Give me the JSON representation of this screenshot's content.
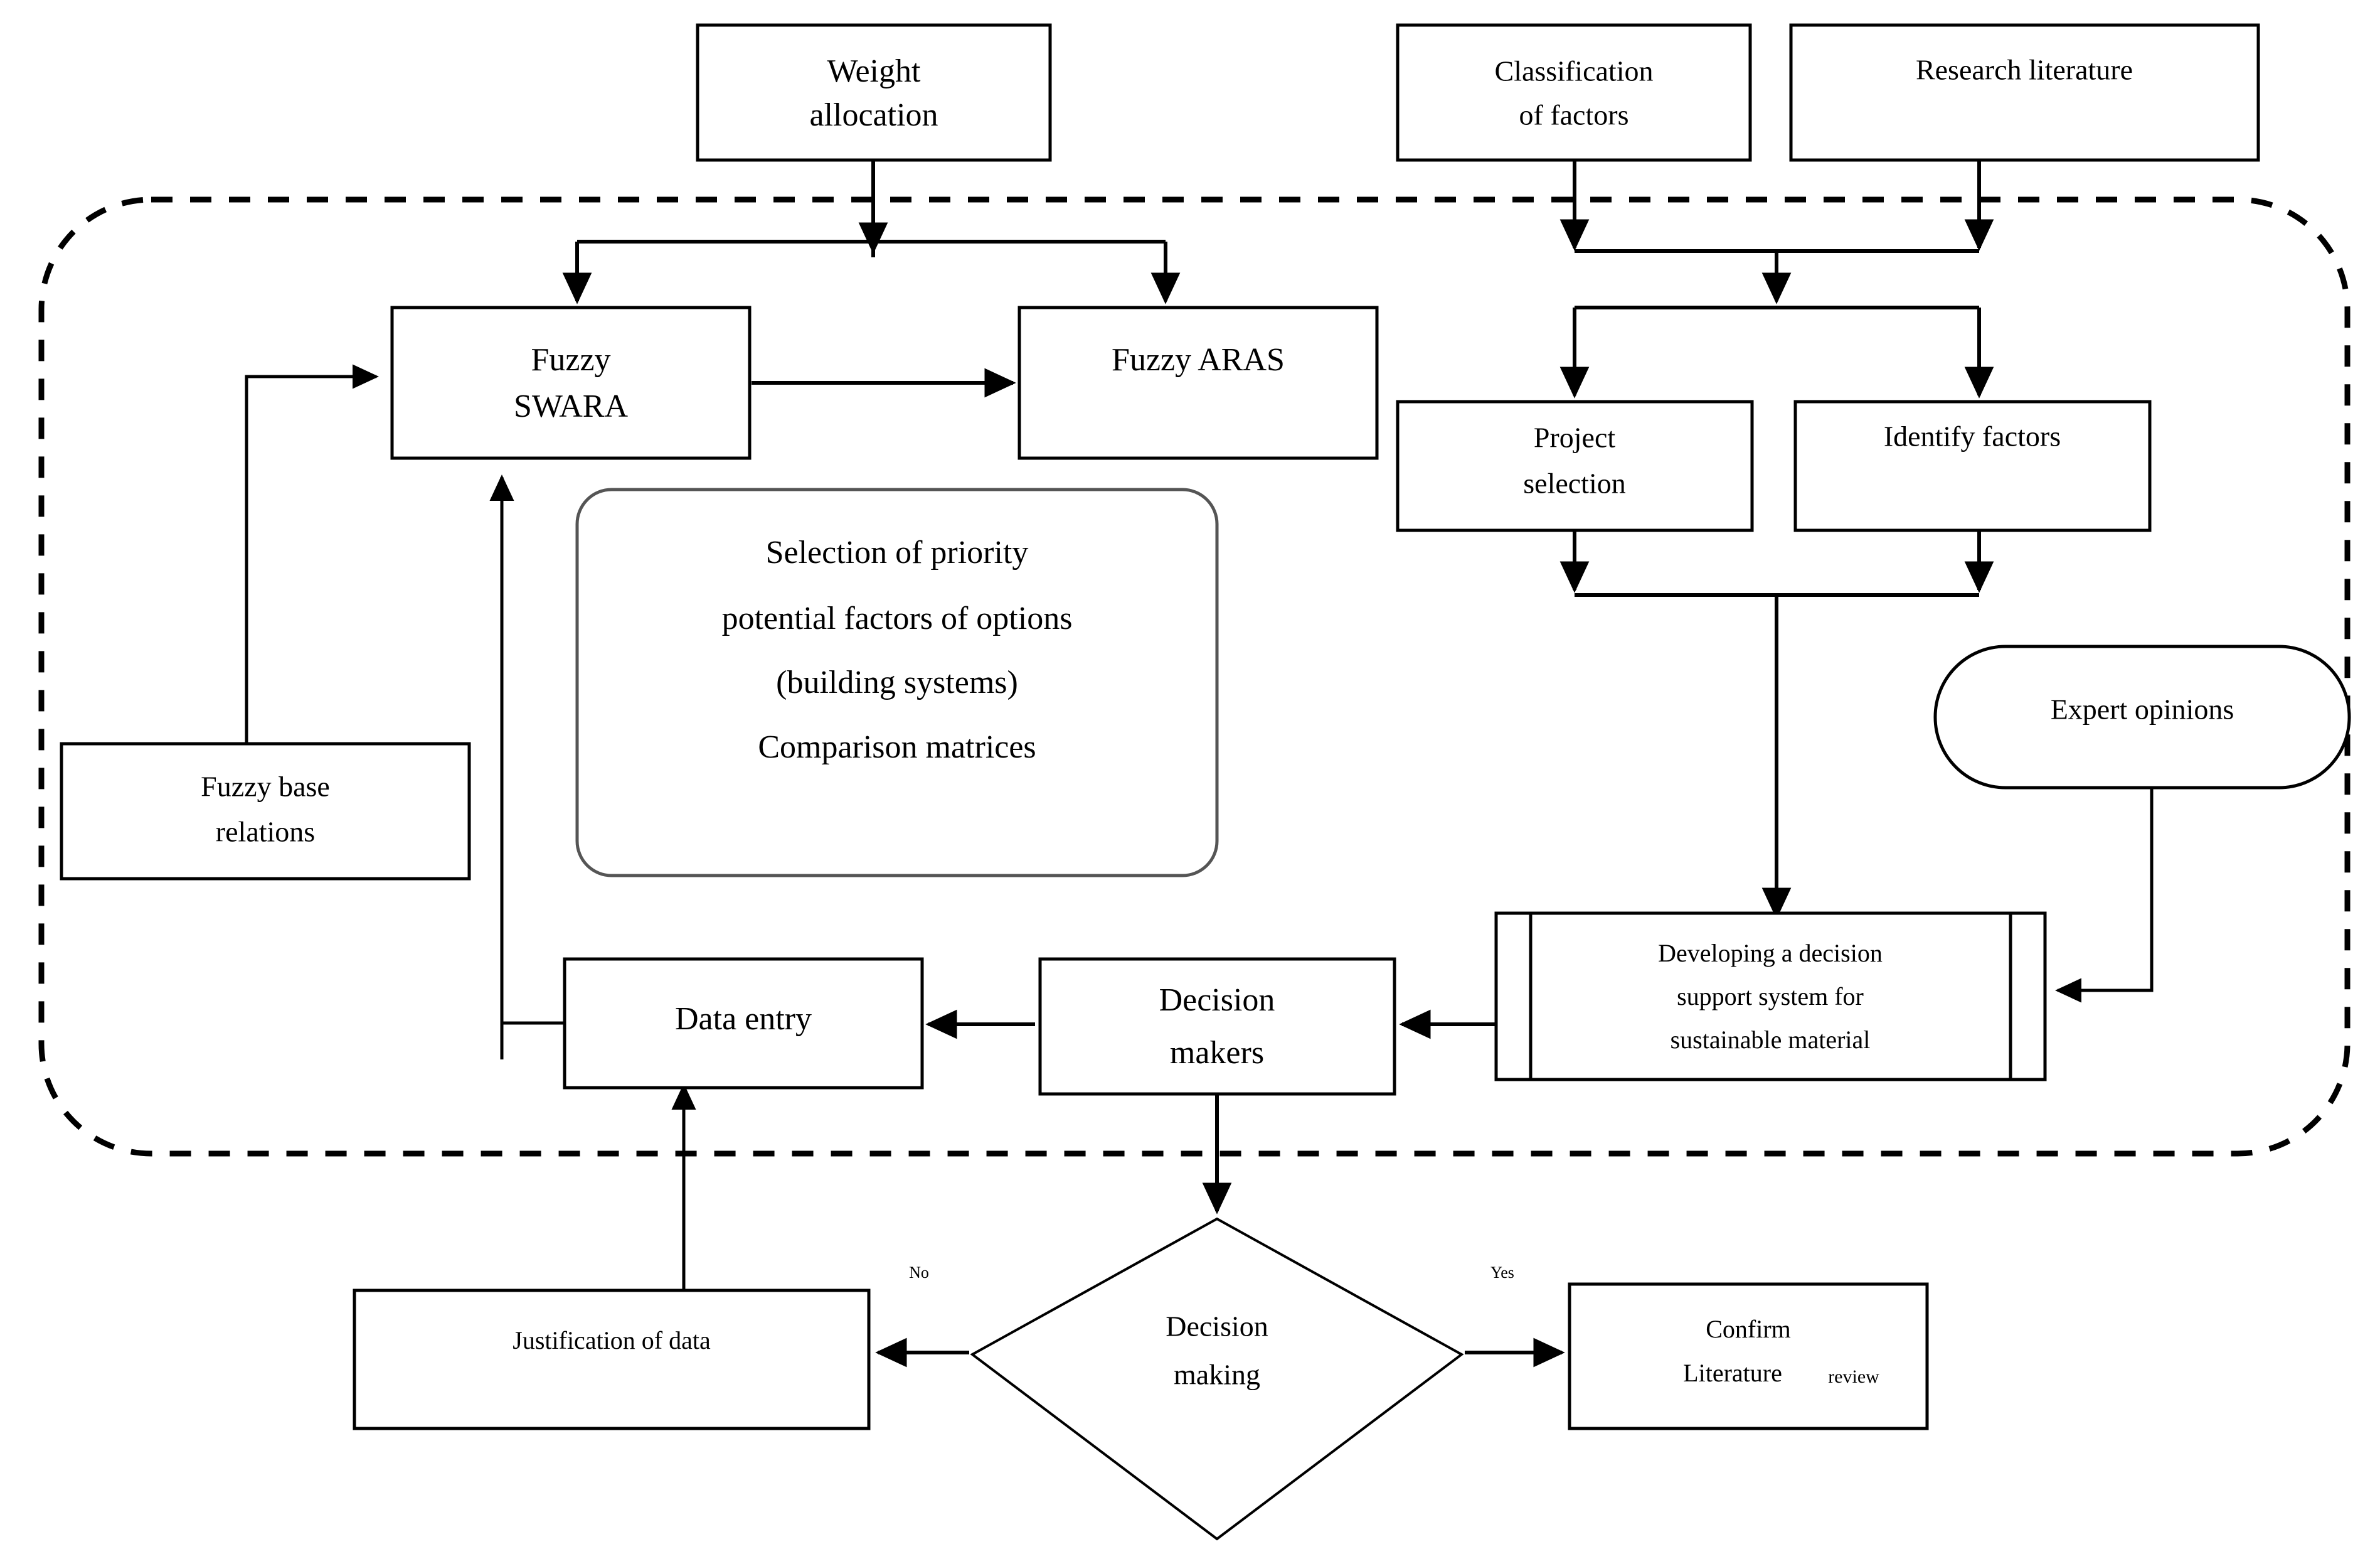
{
  "diagram": {
    "title": "Fuzzy SWARA-ARAS decision support framework flowchart",
    "colors": {
      "stroke": "#000000",
      "background": "#ffffff",
      "rounded_box_stroke": "#555555"
    },
    "boundary": {
      "name": "dashed-boundary",
      "style": "dashed rounded rectangle"
    },
    "nodes": {
      "weight_allocation": {
        "line1": "Weight",
        "line2": "allocation",
        "shape": "rectangle"
      },
      "classification_of_factors": {
        "line1": "Classification",
        "line2": "of factors",
        "shape": "rectangle"
      },
      "research_literature": {
        "line1": "Research literature",
        "shape": "rectangle"
      },
      "fuzzy_swara": {
        "line1": "Fuzzy",
        "line2": "SWARA",
        "shape": "rectangle"
      },
      "fuzzy_aras": {
        "line1": "Fuzzy ARAS",
        "shape": "rectangle"
      },
      "project_selection": {
        "line1": "Project",
        "line2": "selection",
        "shape": "rectangle"
      },
      "identify_factors": {
        "line1": "Identify factors",
        "shape": "rectangle"
      },
      "selection_of_priority": {
        "shape": "rounded-rectangle",
        "line1": "Selection of priority",
        "line2": "potential factors of options",
        "line3": "(building systems)",
        "line4": "Comparison matrices"
      },
      "fuzzy_base_relations": {
        "line1": "Fuzzy base",
        "line2": "relations",
        "shape": "rectangle"
      },
      "expert_opinions": {
        "line1": "Expert opinions",
        "shape": "stadium"
      },
      "developing_dss": {
        "shape": "predefined-process",
        "line1": "Developing a decision",
        "line2": "support system for",
        "line3": "sustainable material"
      },
      "data_entry": {
        "line1": "Data entry",
        "shape": "rectangle"
      },
      "decision_makers": {
        "line1": "Decision",
        "line2": "makers",
        "shape": "rectangle"
      },
      "decision_making": {
        "line1": "Decision",
        "line2": "making",
        "shape": "diamond"
      },
      "justification_of_data": {
        "line1": "Justification of data",
        "shape": "rectangle"
      },
      "confirm_literature_review": {
        "line1": "Confirm",
        "line2a": "Literature",
        "line2b": "review",
        "shape": "rectangle"
      }
    },
    "edge_labels": {
      "no": "No",
      "yes": "Yes"
    }
  }
}
